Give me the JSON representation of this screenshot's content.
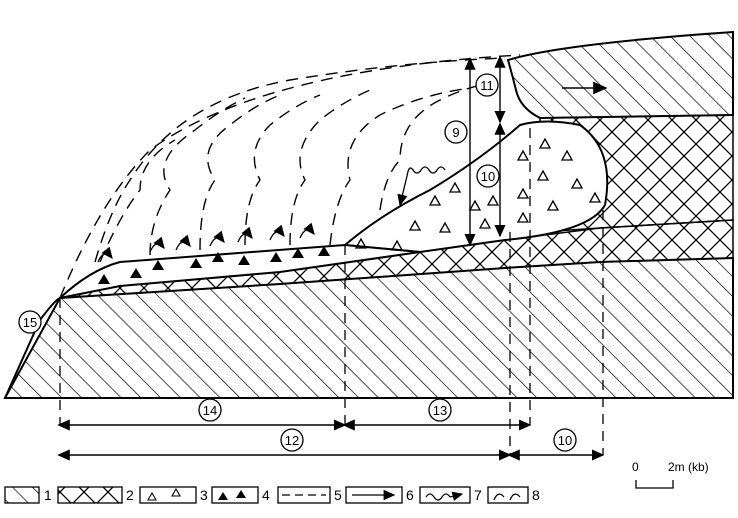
{
  "labels": {
    "n9": "9",
    "n10_left": "10",
    "n11": "11",
    "n10_right": "10",
    "n12": "12",
    "n13": "13",
    "n14": "14",
    "n15": "15"
  },
  "legend": [
    {
      "id": "1",
      "label": "1"
    },
    {
      "id": "2",
      "label": "2"
    },
    {
      "id": "3",
      "label": "3"
    },
    {
      "id": "4",
      "label": "4"
    },
    {
      "id": "5",
      "label": "5"
    },
    {
      "id": "6",
      "label": "6"
    },
    {
      "id": "7",
      "label": "7"
    },
    {
      "id": "8",
      "label": "8"
    }
  ],
  "scale": {
    "zero": "0",
    "value": "2m (kb)"
  },
  "colors": {
    "ink": "#000000",
    "paper": "#ffffff"
  }
}
